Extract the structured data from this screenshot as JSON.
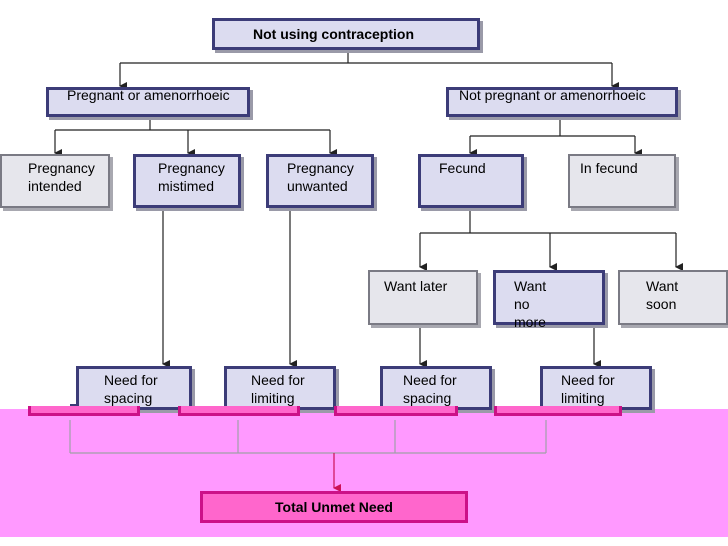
{
  "root": {
    "label": "Not using contraception"
  },
  "level1": {
    "pregnant": "Pregnant or amenorrhoeic",
    "not_pregnant": "Not pregnant or amenorrhoeic"
  },
  "level2": {
    "intended": "Pregnancy intended",
    "mistimed": "Pregnancy mistimed",
    "unwanted": "Pregnancy unwanted",
    "fecund": "Fecund",
    "infecund": "In fecund"
  },
  "level3": {
    "want_later": "Want later",
    "want_no_more": "Want no more",
    "want_soon": "Want soon"
  },
  "needs": {
    "spacing_1": "Need for spacing",
    "limiting_1": "Need for limiting",
    "spacing_2": "Need for spacing",
    "limiting_2": "Need for limiting"
  },
  "total": {
    "label": "Total Unmet Need"
  },
  "colors": {
    "box_blue_fill": "#dcdcf0",
    "box_blue_border": "#3c3c78",
    "box_grey_fill": "#e6e6ec",
    "band_pink": "#ff99ff",
    "total_fill": "#ff66cc",
    "total_border": "#cc1188"
  }
}
